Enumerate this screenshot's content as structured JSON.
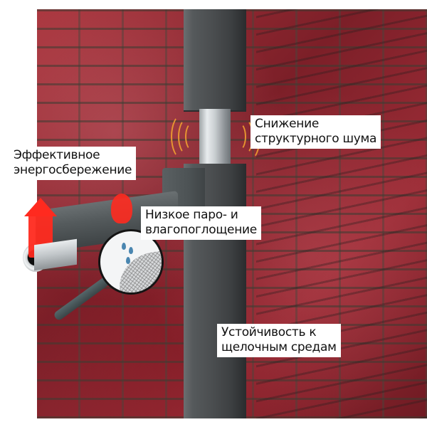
{
  "image": {
    "background_color": "#ffffff",
    "wall_color": "#8e2a30",
    "pipe_insulation_color": "#4b4e50",
    "arrow_color": "#ff2a1f",
    "sound_wave_color": "#f0a030"
  },
  "labels": {
    "noise_reduction": {
      "line1": "Снижение",
      "line2": "структурного шума"
    },
    "energy_saving": {
      "line1": "Эффективное",
      "line2": "энергосбережение"
    },
    "vapor_absorption": {
      "line1": "Низкое паро- и",
      "line2": "влагопоглощение"
    },
    "alkali_resistance": {
      "line1": "Устойчивость к",
      "line2": "щелочным средам"
    }
  },
  "icons": {
    "heat_arrows": "red-up-arrow-icon",
    "sound_waves": "sound-wave-icon",
    "moisture_inset": "water-drops-mesh-icon"
  }
}
